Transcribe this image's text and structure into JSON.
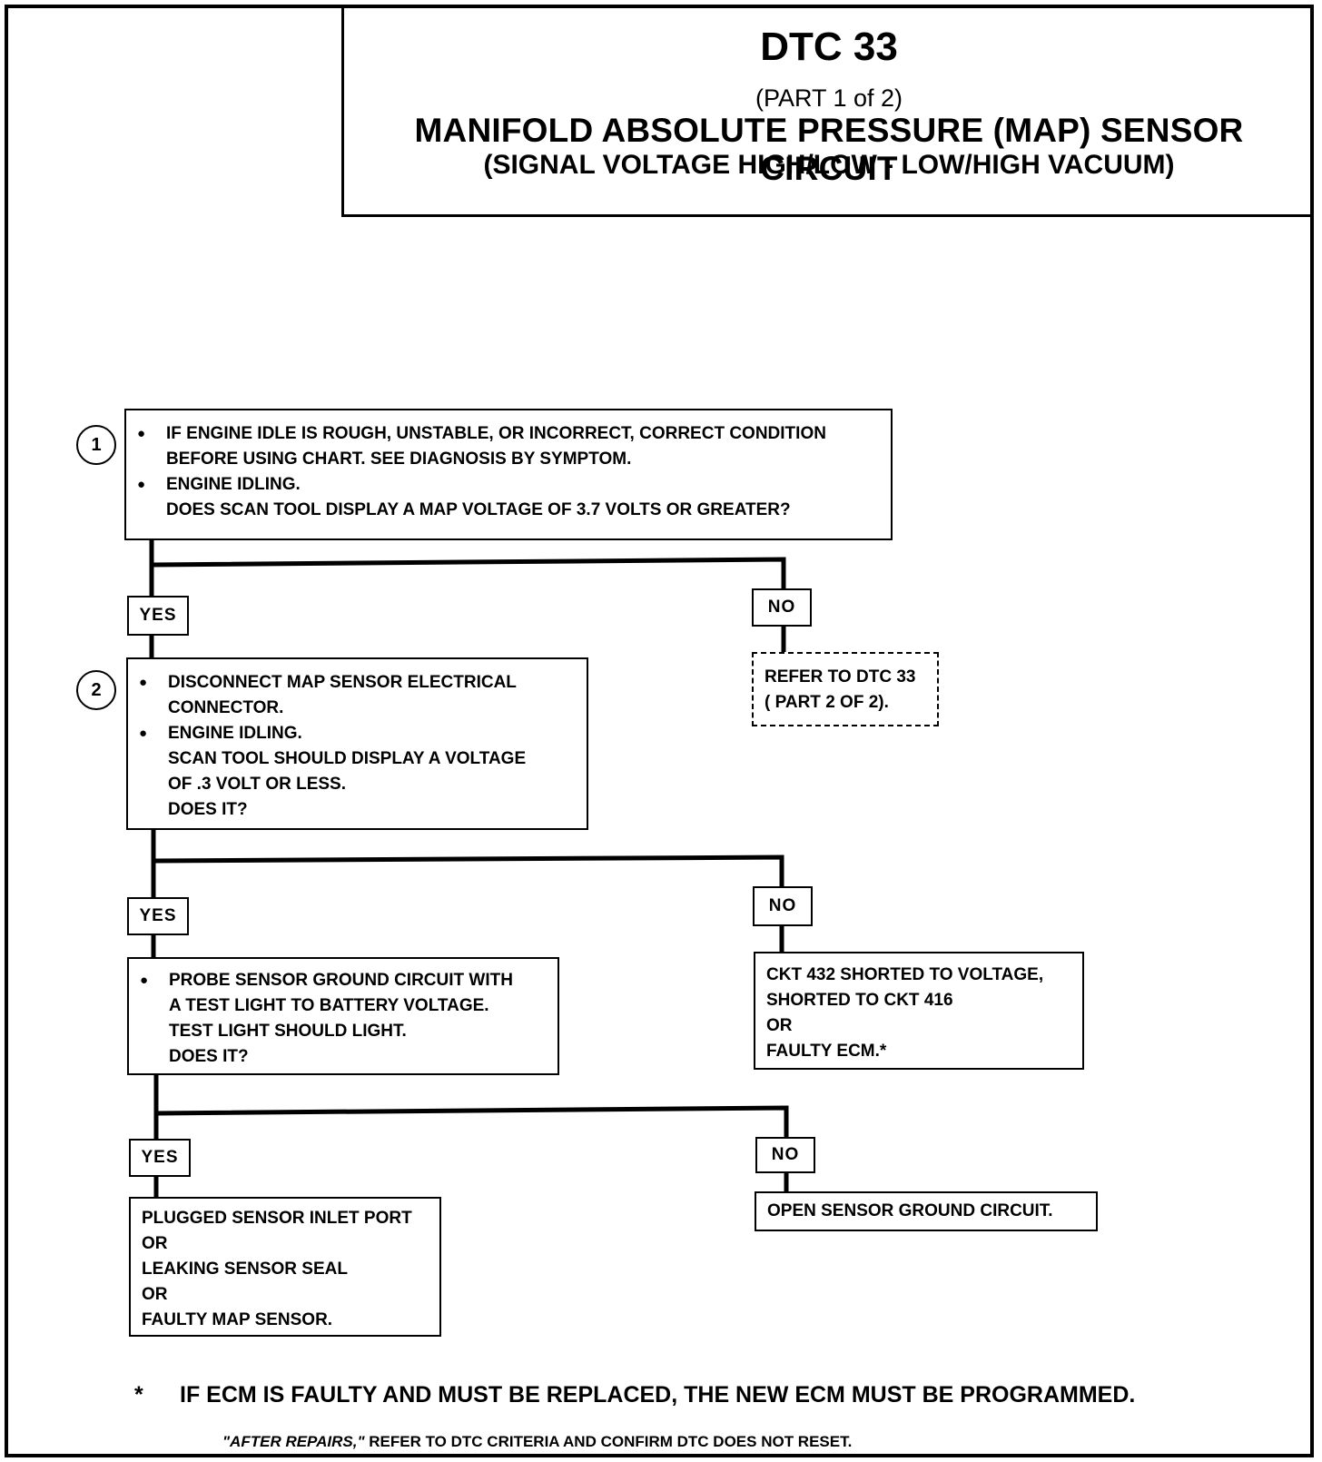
{
  "header": {
    "code": "DTC 33",
    "part": "(PART 1 of 2)",
    "title": "MANIFOLD ABSOLUTE PRESSURE (MAP) SENSOR CIRCUIT",
    "subtitle": "(SIGNAL VOLTAGE HIGH/LOW - LOW/HIGH VACUUM)"
  },
  "steps": [
    {
      "number": "1",
      "bullets": [
        [
          "IF ENGINE IDLE IS ROUGH, UNSTABLE, OR INCORRECT, CORRECT CONDITION",
          "BEFORE USING CHART.  SEE DIAGNOSIS BY SYMPTOM."
        ],
        [
          "ENGINE IDLING.",
          "DOES SCAN TOOL DISPLAY A MAP VOLTAGE OF 3.7 VOLTS OR GREATER?"
        ]
      ]
    },
    {
      "number": "2",
      "bullets": [
        [
          "DISCONNECT MAP SENSOR ELECTRICAL",
          "CONNECTOR."
        ],
        [
          "ENGINE IDLING.",
          "SCAN TOOL SHOULD DISPLAY  A VOLTAGE",
          "OF .3 VOLT OR LESS.",
          "DOES IT?"
        ]
      ]
    },
    {
      "number": "",
      "bullets": [
        [
          "PROBE SENSOR GROUND CIRCUIT WITH",
          "A TEST LIGHT TO BATTERY VOLTAGE.",
          "TEST LIGHT SHOULD LIGHT.",
          "DOES IT?"
        ]
      ]
    }
  ],
  "labels": {
    "yes": "YES",
    "no": "NO"
  },
  "outcomes": {
    "refer": [
      "REFER TO DTC 33",
      "( PART 2 OF 2)."
    ],
    "ckt432": [
      "CKT 432 SHORTED TO VOLTAGE,",
      "SHORTED TO CKT 416",
      "OR",
      "FAULTY ECM.*"
    ],
    "plugged": [
      "PLUGGED SENSOR INLET PORT",
      "OR",
      "LEAKING SENSOR  SEAL",
      "OR",
      "FAULTY MAP SENSOR."
    ],
    "open": [
      "OPEN SENSOR GROUND CIRCUIT."
    ]
  },
  "footnote": {
    "star": "*",
    "text": "IF ECM IS FAULTY AND MUST BE REPLACED, THE NEW ECM MUST BE PROGRAMMED.",
    "after_em": "\"AFTER REPAIRS,\"",
    "after_rest": " REFER TO DTC CRITERIA AND CONFIRM DTC DOES NOT RESET."
  }
}
